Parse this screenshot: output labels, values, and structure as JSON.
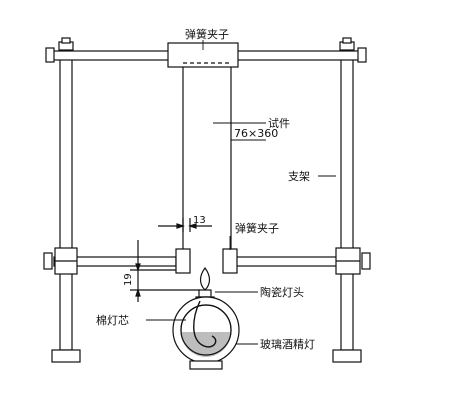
{
  "labels": {
    "top_clamp": "弹簧夹子",
    "specimen": "试件",
    "specimen_size": "76×360",
    "support": "支架",
    "bottom_clamp": "弹簧夹子",
    "width_dim": "13",
    "height_dim": "19",
    "ceramic_head": "陶瓷灯头",
    "cotton_wick": "棉灯芯",
    "alcohol_lamp": "玻璃酒精灯"
  }
}
